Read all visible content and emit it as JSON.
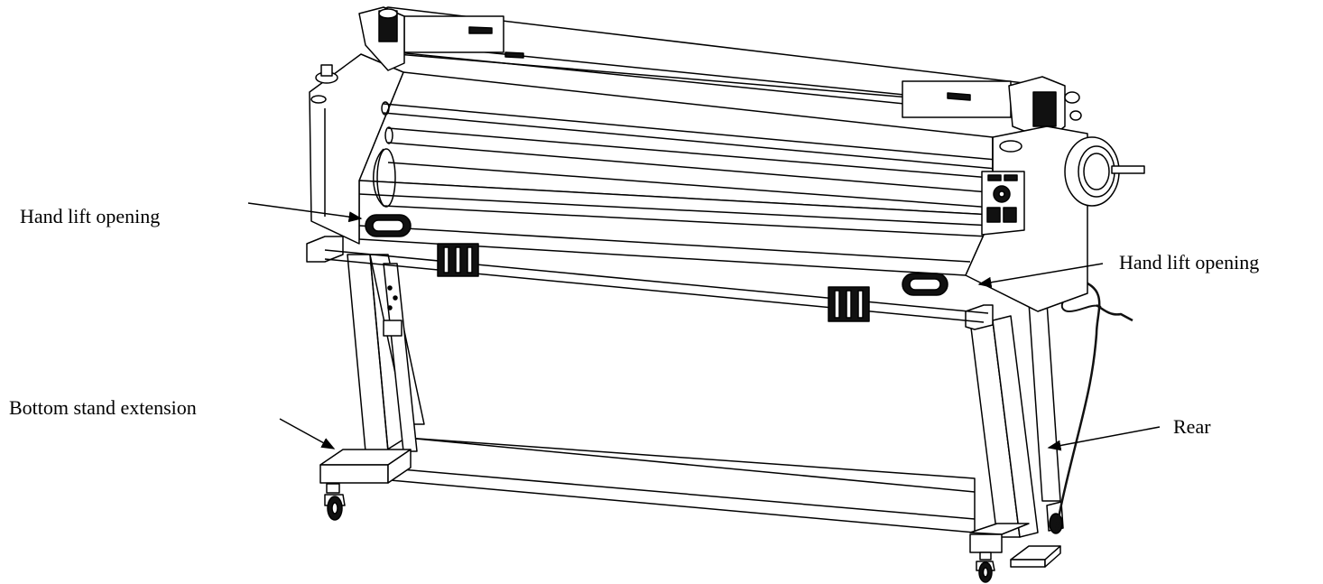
{
  "diagram": {
    "labels": {
      "hand_lift_left": "Hand lift opening",
      "hand_lift_right": "Hand lift opening",
      "bottom_stand": "Bottom stand extension",
      "rear": "Rear"
    },
    "colors": {
      "line": "#000000",
      "fill": "#ffffff",
      "shade": "#111111"
    }
  }
}
